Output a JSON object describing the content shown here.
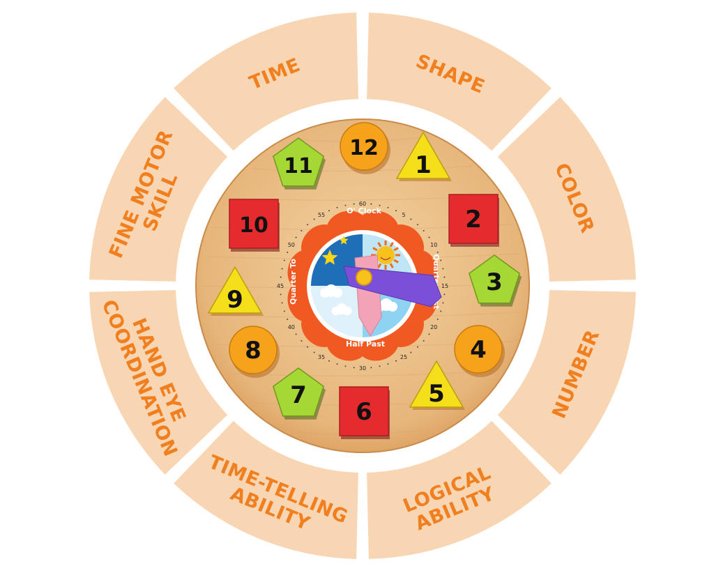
{
  "ring": {
    "segments": [
      {
        "lines": [
          "SHAPE"
        ]
      },
      {
        "lines": [
          "COLOR"
        ]
      },
      {
        "lines": [
          "NUMBER"
        ]
      },
      {
        "lines": [
          "LOGICAL",
          "ABILITY"
        ]
      },
      {
        "lines": [
          "TIME-TELLING",
          "ABILITY"
        ]
      },
      {
        "lines": [
          "HAND EYE",
          "COORDINATION"
        ]
      },
      {
        "lines": [
          "FINE MOTOR",
          "SKILL"
        ]
      },
      {
        "lines": [
          "TIME"
        ]
      }
    ],
    "colors": {
      "segment_fill": "#f9d6b3",
      "label": "#f07f1f"
    }
  },
  "clock": {
    "board_color": "#e6b57a",
    "pieces": [
      {
        "number": "12",
        "shape": "circle",
        "color": "#f7a21b"
      },
      {
        "number": "1",
        "shape": "triangle",
        "color": "#f5df1a"
      },
      {
        "number": "2",
        "shape": "square",
        "color": "#e62b2f"
      },
      {
        "number": "3",
        "shape": "pentagon",
        "color": "#a6d835"
      },
      {
        "number": "4",
        "shape": "circle",
        "color": "#f7a21b"
      },
      {
        "number": "5",
        "shape": "triangle",
        "color": "#f5df1a"
      },
      {
        "number": "6",
        "shape": "square",
        "color": "#e62b2f"
      },
      {
        "number": "7",
        "shape": "pentagon",
        "color": "#a6d835"
      },
      {
        "number": "8",
        "shape": "circle",
        "color": "#f7a21b"
      },
      {
        "number": "9",
        "shape": "triangle",
        "color": "#f5df1a"
      },
      {
        "number": "10",
        "shape": "square",
        "color": "#e62b2f"
      },
      {
        "number": "11",
        "shape": "pentagon",
        "color": "#a6d835"
      }
    ],
    "face_labels": {
      "top": "O' Clock",
      "right": "Quarter Past",
      "bottom": "Half Past",
      "left": "Quarter To"
    },
    "minute_marks": [
      "60",
      "5",
      "10",
      "15",
      "20",
      "25",
      "30",
      "35",
      "40",
      "45",
      "50",
      "55"
    ],
    "colors": {
      "petals": "#f05a22",
      "sky_day": "#bfe6f7",
      "sky_night": "#1e6fb8",
      "hour_hand": "#f3a3b7",
      "minute_hand": "#7b4fd8",
      "hub": "#f7c21b"
    }
  }
}
